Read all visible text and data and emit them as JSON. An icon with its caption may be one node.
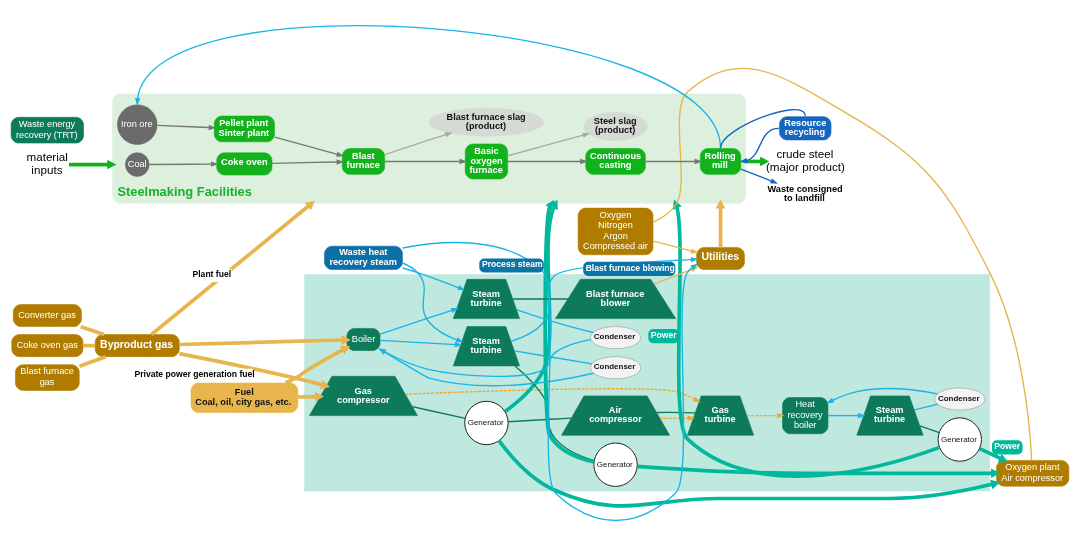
{
  "diagram": {
    "nodes": [
      {
        "text": [
          "Steelmaking Facilities"
        ]
      },
      {
        "text": [
          "Iron ore"
        ],
        "in": 0
      },
      {
        "text": [
          "Coal"
        ],
        "in": 0
      },
      {
        "text": [
          "Pellet plant Sinter plant"
        ],
        "in": 0
      },
      {
        "text": [
          "Coke oven"
        ],
        "in": 0
      },
      {
        "text": [
          "Blast furnace"
        ],
        "in": 0
      },
      {
        "text": [
          "Basic oxygen furnace"
        ],
        "in": 0
      },
      {
        "text": [
          "Continuous casting"
        ],
        "in": 0
      },
      {
        "text": [
          "Rolling mill"
        ],
        "in": 0
      },
      {
        "text": [
          "Blast furnace slag (product)"
        ],
        "in": 0
      },
      {
        "text": [
          "Steel slag (product)"
        ],
        "in": 0
      },
      {
        "text": [
          "material inputs"
        ]
      },
      {
        "text": [
          "Waste consigned to landfill"
        ]
      },
      {
        "text": [
          "Resource recycling"
        ]
      },
      {
        "text": [
          "Waste energy recovery (TRT)"
        ]
      },
      {
        "text": [
          "crude steel (major product)"
        ]
      },
      {
        "text": [
          "Coke oven gas"
        ]
      },
      {
        "text": [
          "Blast furnace gas"
        ]
      },
      {
        "text": [
          "Converter gas"
        ]
      },
      {
        "text": [
          "Waste heat recovery steam"
        ]
      },
      {
        "text": [
          "Byproduct gas"
        ]
      },
      {
        "text": [
          "Utilities"
        ]
      },
      {
        "text": [
          "Fuel",
          "Coal, oil, city gas, etc."
        ]
      },
      {
        "text": [],
        "shape": "box"
      },
      {
        "text": [
          "Gas compressor"
        ],
        "in": 23
      },
      {
        "text": [
          "Generator"
        ],
        "in": 23
      },
      {
        "text": [
          "Air compressor"
        ],
        "in": 23
      },
      {
        "text": [
          "Gas turbine"
        ],
        "in": 23
      },
      {
        "text": [
          "Heat recovery boiler"
        ],
        "in": 23
      },
      {
        "text": [
          "Steam turbine"
        ],
        "in": 23
      },
      {
        "text": [
          "Generator"
        ],
        "in": 23
      },
      {
        "text": [
          "Condenser"
        ],
        "in": 23
      },
      {
        "text": [
          "Boiler"
        ],
        "in": 23
      },
      {
        "text": [
          "Steam turbine"
        ],
        "in": 23
      },
      {
        "text": [
          "Generator"
        ],
        "in": 23
      },
      {
        "text": [
          "Condenser"
        ],
        "in": 23
      },
      {
        "text": [
          "Steam turbine"
        ],
        "in": 23
      },
      {
        "text": [
          "Condenser"
        ],
        "in": 23
      },
      {
        "text": [
          "Blast furnace blower"
        ],
        "in": 23
      },
      {
        "text": [
          "Oxygen Nitrogen Argon Compressed air"
        ]
      },
      {
        "text": [
          "Oxygen plant Air compressor"
        ]
      }
    ],
    "edges": [
      {
        "from": 1,
        "to": 3,
        "arrow": "to",
        "color": "#777777"
      },
      {
        "from": 2,
        "to": 4,
        "arrow": "to",
        "color": "#777777"
      },
      {
        "from": 3,
        "to": 5,
        "arrow": "to",
        "color": "#777777"
      },
      {
        "from": 4,
        "to": 5,
        "arrow": "to",
        "color": "#777777"
      },
      {
        "from": 5,
        "to": 6,
        "arrow": "to",
        "color": "#777777"
      },
      {
        "from": 6,
        "to": 7,
        "arrow": "to",
        "color": "#777777"
      },
      {
        "from": 7,
        "to": 8,
        "arrow": "to",
        "color": "#777777"
      },
      {
        "from": 5,
        "to": 9,
        "arrow": "to",
        "color": "#aaaaaa"
      },
      {
        "from": 6,
        "to": 10,
        "arrow": "to",
        "color": "#aaaaaa"
      },
      {
        "from": 11,
        "to": 0,
        "arrow": "to",
        "style": "thick",
        "color": "#12b21c"
      },
      {
        "from": 0,
        "to": 15,
        "arrow": "to",
        "style": "thick",
        "color": "#12b21c"
      },
      {
        "from": 8,
        "to": 12,
        "arrow": "to",
        "color": "#1565c0"
      },
      {
        "from": 8,
        "to": 13,
        "arrow": "none",
        "color": "#1565c0"
      },
      {
        "from": 13,
        "to": 8,
        "arrow": "to",
        "color": "#1565c0"
      },
      {
        "from": 8,
        "to": 1,
        "arrow": "to",
        "color": "#19b4e8"
      },
      {
        "from": 16,
        "to": 20,
        "arrow": "none",
        "style": "thick",
        "color": "#e8b44c"
      },
      {
        "from": 17,
        "to": 20,
        "arrow": "none",
        "style": "thick",
        "color": "#e8b44c"
      },
      {
        "from": 18,
        "to": 20,
        "arrow": "none",
        "style": "thick",
        "color": "#e8b44c"
      },
      {
        "from": 20,
        "to": 0,
        "arrow": "to",
        "style": "thick",
        "color": "#e8b44c",
        "label": "Plant fuel"
      },
      {
        "from": 20,
        "to": 24,
        "arrow": "to",
        "style": "thick",
        "color": "#e8b44c",
        "label": "Private power generation fuel"
      },
      {
        "from": 20,
        "to": 32,
        "arrow": "to",
        "style": "thick",
        "color": "#e8b44c"
      },
      {
        "from": 22,
        "to": 24,
        "arrow": "to",
        "style": "thick",
        "color": "#e8b44c"
      },
      {
        "from": 22,
        "to": 32,
        "arrow": "to",
        "style": "thick",
        "color": "#e8b44c"
      },
      {
        "from": 21,
        "to": 0,
        "arrow": "to",
        "style": "thick",
        "color": "#e8b44c"
      },
      {
        "from": 24,
        "to": 27,
        "arrow": "to",
        "style": "dashed",
        "color": "#f0a830"
      },
      {
        "from": 26,
        "to": 27,
        "arrow": "to",
        "style": "dashed",
        "color": "#f0a830"
      },
      {
        "from": 27,
        "to": 28,
        "arrow": "to",
        "style": "dashed",
        "color": "#f0a830"
      },
      {
        "from": 24,
        "to": 25,
        "arrow": "none",
        "color": "#0d7a5a"
      },
      {
        "from": 25,
        "to": 26,
        "arrow": "none",
        "color": "#0d7a5a"
      },
      {
        "from": 26,
        "to": 27,
        "arrow": "none",
        "color": "#0d7a5a"
      },
      {
        "from": 28,
        "to": 29,
        "arrow": "to",
        "color": "#19b4e8"
      },
      {
        "from": 29,
        "to": 30,
        "arrow": "none",
        "color": "#0d7a5a"
      },
      {
        "from": 29,
        "to": 31,
        "arrow": "none",
        "color": "#19b4e8"
      },
      {
        "from": 31,
        "to": 28,
        "arrow": "to",
        "color": "#19b4e8"
      },
      {
        "from": 19,
        "to": 33,
        "arrow": "to",
        "color": "#19b4e8"
      },
      {
        "from": 19,
        "to": 36,
        "arrow": "to",
        "color": "#19b4e8"
      },
      {
        "from": 32,
        "to": 33,
        "arrow": "to",
        "color": "#19b4e8"
      },
      {
        "from": 32,
        "to": 36,
        "arrow": "to",
        "color": "#19b4e8"
      },
      {
        "from": 33,
        "to": 34,
        "arrow": "none",
        "color": "#0d7a5a"
      },
      {
        "from": 33,
        "to": 35,
        "arrow": "none",
        "color": "#19b4e8"
      },
      {
        "from": 36,
        "to": 38,
        "arrow": "none",
        "color": "#0d7a5a"
      },
      {
        "from": 36,
        "to": 37,
        "arrow": "none",
        "color": "#19b4e8"
      },
      {
        "from": 35,
        "to": 32,
        "arrow": "to",
        "color": "#19b4e8"
      },
      {
        "from": 37,
        "to": 32,
        "arrow": "to",
        "color": "#19b4e8"
      },
      {
        "from": 19,
        "to": 21,
        "arrow": "to",
        "color": "#19b4e8",
        "label": "Process steam"
      },
      {
        "from": 33,
        "to": 21,
        "arrow": "to",
        "color": "#19b4e8"
      },
      {
        "from": 38,
        "to": 21,
        "arrow": "to",
        "color": "#e8b44c",
        "label": "Blast furnace blowing"
      },
      {
        "from": 40,
        "to": 39,
        "arrow": "none",
        "color": "#e8b44c"
      },
      {
        "from": 39,
        "to": 21,
        "arrow": "to",
        "color": "#e8b44c"
      },
      {
        "from": 25,
        "to": 0,
        "arrow": "to",
        "style": "thick",
        "color": "#00b89c"
      },
      {
        "from": 30,
        "to": 0,
        "arrow": "to",
        "style": "thick",
        "color": "#00b89c",
        "label": "Power"
      },
      {
        "from": 34,
        "to": 0,
        "arrow": "to",
        "style": "thick",
        "color": "#00b89c"
      },
      {
        "from": 25,
        "to": 40,
        "arrow": "to",
        "style": "thick",
        "color": "#00b89c"
      },
      {
        "from": 30,
        "to": 40,
        "arrow": "to",
        "style": "thick",
        "color": "#00b89c",
        "label": "Power"
      },
      {
        "from": 34,
        "to": 40,
        "arrow": "to",
        "style": "thick",
        "color": "#00b89c"
      }
    ]
  }
}
